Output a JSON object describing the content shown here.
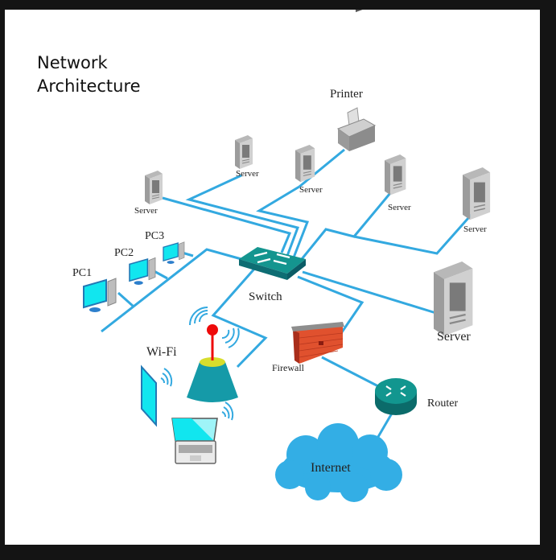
{
  "title": {
    "line1": "Network",
    "line2": "Architecture"
  },
  "colors": {
    "link": "#33a9e0",
    "switch": "#14958f",
    "router": "#12968f",
    "cloud": "#33aee5",
    "firewall": "#e0512e",
    "wifi_base": "#159aa8",
    "wifi_top": "#d7dd2c",
    "antenna": "#ee0a0a",
    "screen": "#11e6ef",
    "device_gray": "#c8c8c8"
  },
  "nodes": {
    "printer": {
      "label": "Printer"
    },
    "server_top_left": {
      "label": "Server"
    },
    "server_top_mid": {
      "label": "Server"
    },
    "server_mid": {
      "label": "Server"
    },
    "server_right_a": {
      "label": "Server"
    },
    "server_right_b": {
      "label": "Server"
    },
    "server_large": {
      "label": "Server"
    },
    "pc1": {
      "label": "PC1"
    },
    "pc2": {
      "label": "PC2"
    },
    "pc3": {
      "label": "PC3"
    },
    "switch": {
      "label": "Switch"
    },
    "wifi": {
      "label": "Wi-Fi"
    },
    "firewall": {
      "label": "Firewall"
    },
    "router": {
      "label": "Router"
    },
    "internet": {
      "label": "Internet"
    }
  }
}
